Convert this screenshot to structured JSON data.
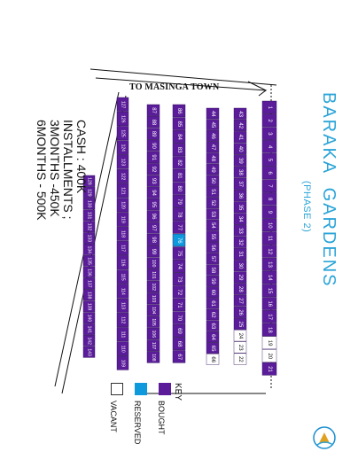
{
  "map": {
    "road_label": "TO MASINGA TOWN",
    "title": "BARAKA   GARDENS",
    "subtitle": "(PHASE 2)",
    "pricing": [
      "CASH : 400K",
      "INSTALLMENTS ;",
      "3MONTHS -450K",
      "6MONTHS - 500K"
    ],
    "key": {
      "title": "KEY",
      "items": [
        {
          "label": "BOUGHT",
          "color": "#5a1c99"
        },
        {
          "label": "RESERVED",
          "color": "#0f99dd"
        },
        {
          "label": "VACANT",
          "color": "#ffffff"
        }
      ]
    },
    "colors": {
      "bought": "#5a1c99",
      "reserved": "#0f99dd",
      "vacant": "#ffffff",
      "accent": "#2aa4d8"
    },
    "reserved_plots": [
      "76"
    ],
    "vacant_plots": [
      "19",
      "20",
      "22",
      "23",
      "24",
      "66"
    ],
    "blocks": [
      {
        "id": "A",
        "columns": [
          [
            "1",
            "2",
            "3",
            "4",
            "5",
            "6",
            "7",
            "8",
            "9",
            "10",
            "11",
            "12",
            "13",
            "14",
            "15",
            "16",
            "17",
            "18",
            "19",
            "20",
            "21"
          ]
        ]
      },
      {
        "id": "B",
        "columns": [
          [
            "43",
            "42",
            "41",
            "40",
            "39",
            "38",
            "37",
            "36",
            "35",
            "34",
            "33",
            "32",
            "31",
            "30",
            "29",
            "28",
            "27",
            "26",
            "25",
            "24",
            "23",
            "22"
          ],
          [
            "44",
            "45",
            "46",
            "47",
            "48",
            "49",
            "50",
            "51",
            "52",
            "53",
            "54",
            "55",
            "56",
            "57",
            "58",
            "59",
            "60",
            "61",
            "62",
            "63",
            "64",
            "65",
            "66"
          ]
        ]
      },
      {
        "id": "C",
        "columns": [
          [
            "86",
            "85",
            "84",
            "83",
            "82",
            "81",
            "80",
            "79",
            "78",
            "77",
            "76",
            "75",
            "74",
            "73",
            "72",
            "71",
            "70",
            "69",
            "68",
            "67"
          ],
          [
            "87",
            "88",
            "89",
            "90",
            "91",
            "92",
            "93",
            "94",
            "95",
            "96",
            "97",
            "98",
            "99",
            "100",
            "101",
            "102",
            "103",
            "104",
            "105",
            "106",
            "107",
            "108"
          ]
        ]
      },
      {
        "id": "D",
        "columns": [
          [
            "127",
            "126",
            "125",
            "124",
            "123",
            "122",
            "121",
            "120",
            "119",
            "118",
            "117",
            "116",
            "115",
            "114",
            "113",
            "112",
            "111",
            "110",
            "109"
          ],
          [
            "128",
            "129",
            "130",
            "131",
            "132",
            "133",
            "134",
            "135",
            "136",
            "137",
            "138",
            "139",
            "140",
            "141",
            "142",
            "143"
          ]
        ]
      }
    ]
  }
}
